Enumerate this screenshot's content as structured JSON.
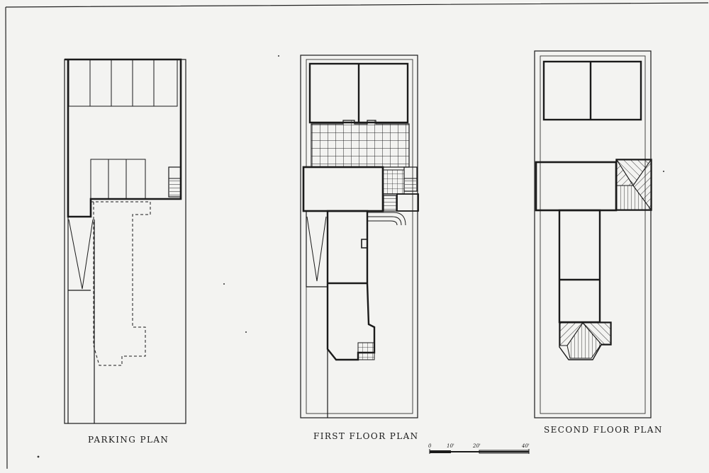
{
  "labels": {
    "parking": "PARKING PLAN",
    "first": "FIRST FLOOR PLAN",
    "second": "SECOND FLOOR PLAN"
  },
  "scale": {
    "t0": "0",
    "t1": "10'",
    "t2": "20'",
    "t3": "40'"
  },
  "colors": {
    "paper": "#f3f3f1",
    "ink": "#1a1a1a"
  }
}
